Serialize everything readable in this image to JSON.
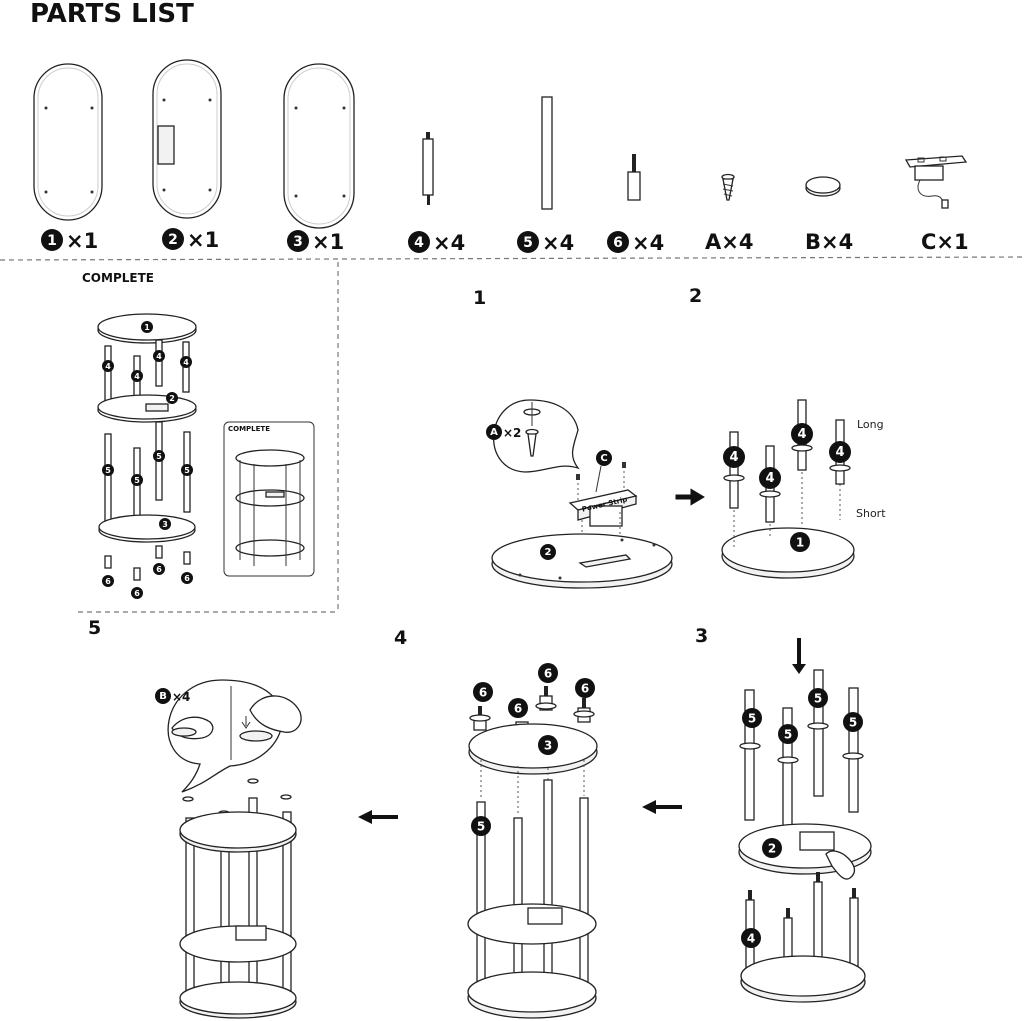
{
  "title": "PARTS LIST",
  "parts": [
    {
      "id": "1",
      "qty": "×1"
    },
    {
      "id": "2",
      "qty": "×1"
    },
    {
      "id": "3",
      "qty": "×1"
    },
    {
      "id": "4",
      "qty": "×4"
    },
    {
      "id": "5",
      "qty": "×4"
    },
    {
      "id": "6",
      "qty": "×4"
    },
    {
      "id": "A",
      "qty": "A×4"
    },
    {
      "id": "B",
      "qty": "B×4"
    },
    {
      "id": "C",
      "qty": "C×1"
    }
  ],
  "complete": {
    "label": "COMPLETE",
    "inset_label": "COMPLETE"
  },
  "steps": {
    "s1": "1",
    "s2": "2",
    "s3": "3",
    "s4": "4",
    "s5": "5"
  },
  "callouts": {
    "screw_qty": "×2",
    "screw_letter": "A",
    "strip_letter": "C",
    "strip_text": "Power Strip",
    "long": "Long",
    "short": "Short",
    "felt_qty": "×4",
    "felt_letter": "B"
  },
  "icons": {
    "arrow_right": "arrow-right-icon",
    "arrow_left": "arrow-left-icon",
    "arrow_down": "arrow-down-icon",
    "hand": "hand-icon"
  }
}
